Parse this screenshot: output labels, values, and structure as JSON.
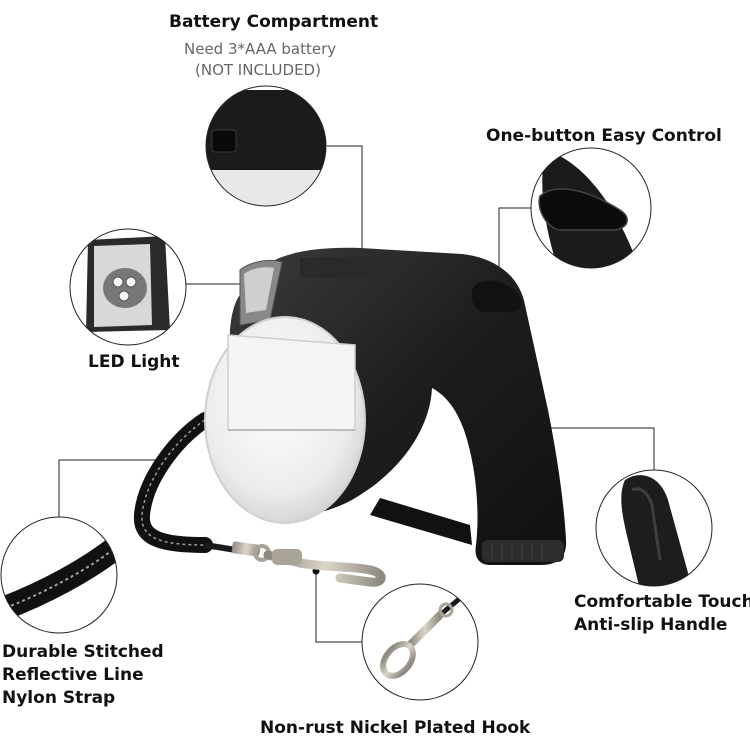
{
  "labels": {
    "battery_title": "Battery Compartment",
    "battery_note_1": "Need 3*AAA battery",
    "battery_note_2": "(NOT INCLUDED)",
    "button": "One-button Easy Control",
    "led": "LED Light",
    "handle_1": "Comfortable Touch",
    "handle_2": "Anti-slip Handle",
    "strap_1": "Durable Stitched",
    "strap_2": "Reflective Line",
    "strap_3": "Nylon Strap",
    "hook": "Non-rust Nickel Plated Hook"
  },
  "colors": {
    "body": "#1e1e1e",
    "body_highlight": "#3a3a3a",
    "cover": "#eeeeee",
    "callout_line": "#222222",
    "circle_border": "#222222",
    "metal": "#b8b2a6"
  }
}
